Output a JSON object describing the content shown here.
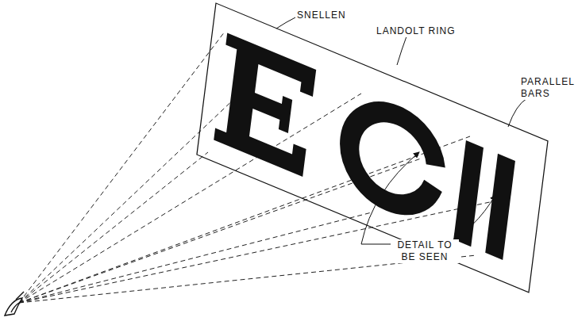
{
  "diagram": {
    "labels": [
      "SNELLEN",
      "LANDOLT RING",
      "PARALLEL BARS",
      "DETAIL TO BE SEEN"
    ]
  }
}
